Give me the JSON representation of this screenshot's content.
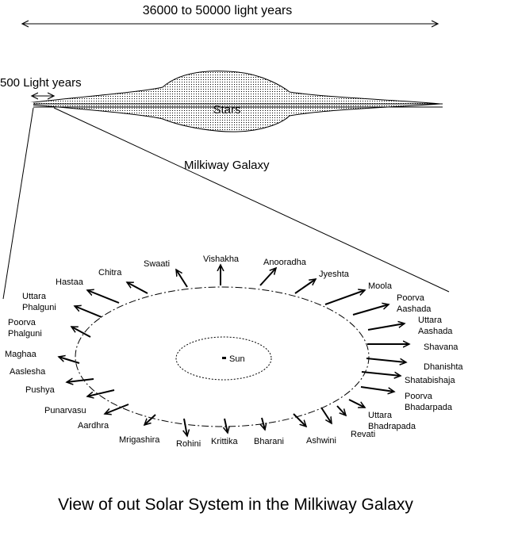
{
  "galaxy": {
    "width_label": "36000 to 50000 light years",
    "thickness_label": "500 Light years",
    "stars_label": "Stars",
    "name_label": "Milkiway Galaxy"
  },
  "sun_label": "Sun",
  "nakshatras": [
    "Vishakha",
    "Anooradha",
    "Jyeshta",
    "Moola",
    "Poorva Aashada",
    "Uttara Aashada",
    "Shavana",
    "Dhanishta",
    "Shatabishaja",
    "Poorva Bhadarpada",
    "Uttara Bhadrapada",
    "Revati",
    "Ashwini",
    "Bharani",
    "Krittika",
    "Rohini",
    "Mrigashira",
    "Aardhra",
    "Punarvasu",
    "Pushya",
    "Aaslesha",
    "Maghaa",
    "Poorva Phalguni",
    "Uttara Phalguni",
    "Hastaa",
    "Chitra",
    "Swaati"
  ],
  "caption": "View of out Solar System in the Milkiway Galaxy",
  "colors": {
    "ink": "#000000",
    "background": "#ffffff"
  }
}
